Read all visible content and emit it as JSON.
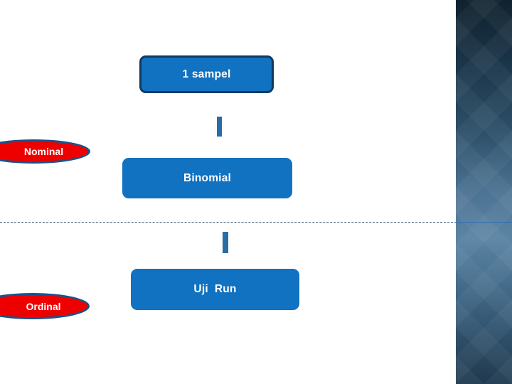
{
  "slide": {
    "title_box_label": "1 sampel",
    "nodes": [
      {
        "id": "sampel",
        "label": "1 sampel",
        "shape": "rounded-rect",
        "fill": "#1072c0",
        "border": "#0e3a63"
      },
      {
        "id": "binomial",
        "label": "Binomial",
        "shape": "rounded-rect",
        "fill": "#1072c0",
        "border": "none"
      },
      {
        "id": "ujirun",
        "label": "Uji  Run",
        "shape": "rounded-rect",
        "fill": "#1072c0",
        "border": "none"
      }
    ],
    "callouts": [
      {
        "id": "nominal",
        "label": "Nominal",
        "shape": "ellipse",
        "fill": "#ef0000",
        "border": "#17538b"
      },
      {
        "id": "ordinal",
        "label": "Ordinal",
        "shape": "ellipse",
        "fill": "#ef0000",
        "border": "#17538b"
      }
    ],
    "connectors": [
      {
        "id": "connector-sampel-binomial",
        "color": "#2a6ca4"
      },
      {
        "id": "connector-binomial-ujirun",
        "color": "#2a6ca4"
      }
    ],
    "divider": {
      "style": "dashed",
      "color": "#3d5d72"
    },
    "side_panel": {
      "gradient_top": "#10222e",
      "gradient_mid": "#5b84a3",
      "gradient_bottom": "#203a4f"
    }
  }
}
